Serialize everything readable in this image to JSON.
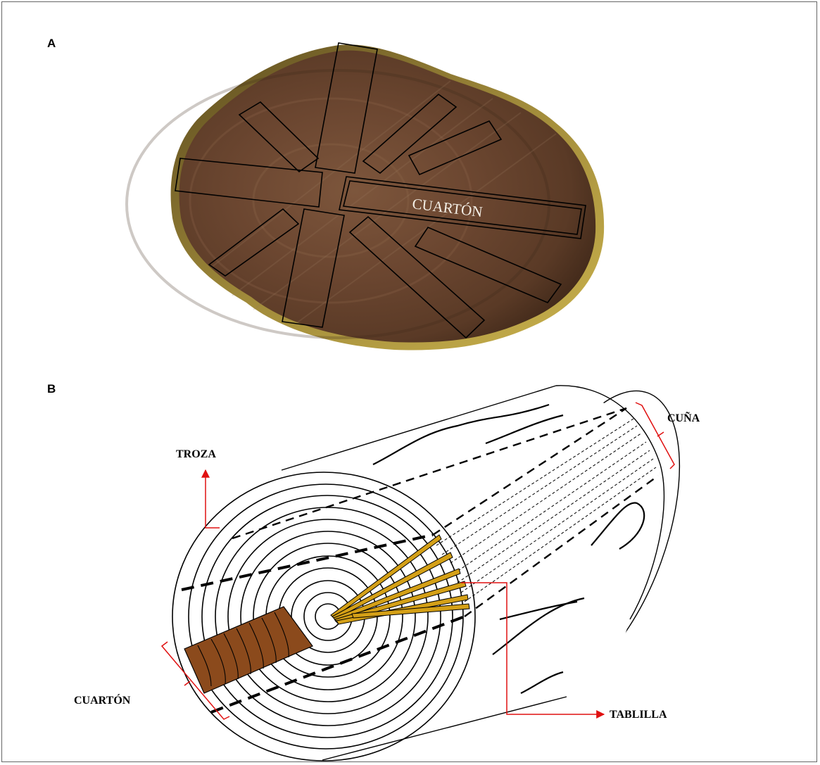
{
  "panels": {
    "a": {
      "letter": "A",
      "label_cuarton": "CUARTÓN"
    },
    "b": {
      "letter": "B",
      "label_troza": "TROZA",
      "label_cuna": "CUÑA",
      "label_cuarton": "CUARTÓN",
      "label_tablilla": "TABLILLA"
    }
  },
  "colors": {
    "bark": "#7a5a22",
    "wood_dark": "#4a2f1e",
    "wood_mid": "#7a5238",
    "wood_light": "#8f6a50",
    "cuarton_fill": "#8b4a1c",
    "tablilla_fill": "#d4a017",
    "arrow": "#e01010",
    "ink": "#000000"
  }
}
